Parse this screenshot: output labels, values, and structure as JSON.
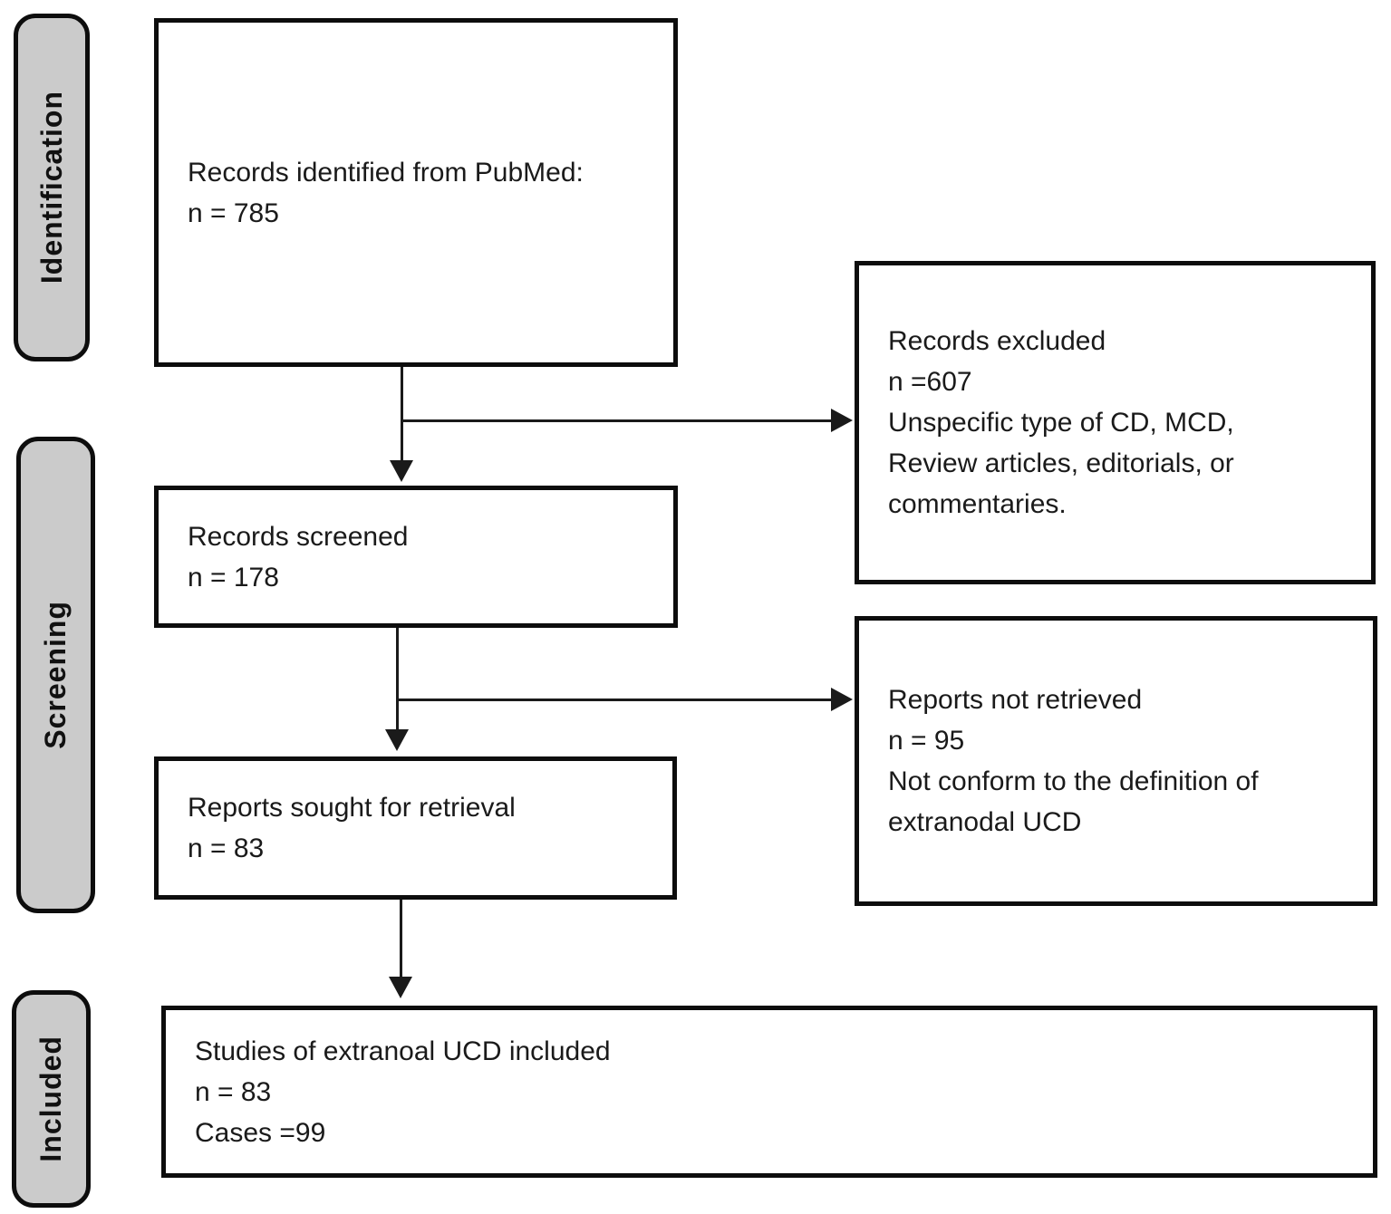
{
  "diagram": {
    "type": "prisma-flow",
    "stages": [
      {
        "label": "Identification"
      },
      {
        "label": "Screening"
      },
      {
        "label": "Included"
      }
    ],
    "boxes": {
      "identified": {
        "lines": [
          "Records identified from PubMed:",
          "n = 785"
        ]
      },
      "screened": {
        "lines": [
          "Records screened",
          "n = 178"
        ]
      },
      "sought": {
        "lines": [
          "Reports sought for retrieval",
          "n = 83"
        ]
      },
      "included": {
        "lines": [
          "Studies of extranoal UCD included",
          "n = 83",
          "Cases =99"
        ]
      },
      "excluded": {
        "lines": [
          "Records excluded",
          "n =607",
          "Unspecific type of CD, MCD,",
          "Review articles, editorials, or",
          "commentaries."
        ]
      },
      "not_retrieved": {
        "lines": [
          "Reports not retrieved",
          "n = 95",
          "Not conform to the definition of",
          "extranodal UCD"
        ]
      }
    },
    "colors": {
      "stage_fill": "#cbcbcb",
      "box_fill": "#ffffff",
      "border": "#0d0d0d",
      "text": "#1a1a1a",
      "background": "#ffffff"
    }
  }
}
